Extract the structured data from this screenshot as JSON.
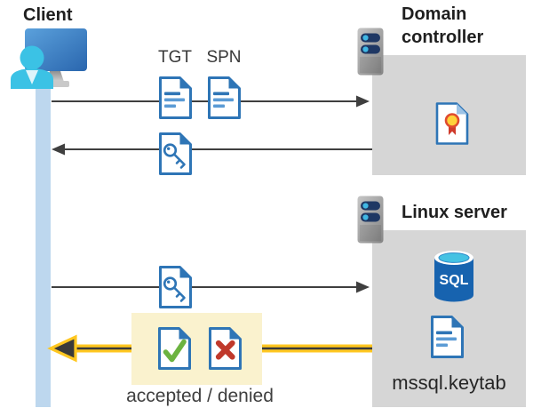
{
  "client": {
    "label": "Client"
  },
  "domain_controller": {
    "label": "Domain controller"
  },
  "linux_server": {
    "label": "Linux server",
    "keytab_file": "mssql.keytab",
    "database_label": "SQL"
  },
  "tickets": {
    "tgt": "TGT",
    "spn": "SPN"
  },
  "response": {
    "label": "accepted / denied"
  },
  "icons": {
    "client": "user-at-monitor-icon",
    "domain_controller": "server-icon",
    "linux_server": "server-icon",
    "tgt": "document-icon",
    "spn": "document-icon",
    "service_ticket": "key-file-icon",
    "certificate": "certificate-file-icon",
    "accepted": "check-file-icon",
    "denied": "x-file-icon",
    "database": "sql-database-icon"
  },
  "colors": {
    "doc_blue": "#2E75B6",
    "doc_line_blue": "#5B9BD5",
    "timeline_blue": "#BDD7EE",
    "box_gray": "#D6D6D6",
    "highlight_yellow": "#FAF2CE",
    "arrow_gray": "#3F3F3F",
    "arrow_yellow": "#FFC720",
    "check_green": "#6CB33F",
    "deny_red": "#C0392B",
    "person_cyan": "#3BC2E5",
    "sql_blue": "#1763AF"
  }
}
